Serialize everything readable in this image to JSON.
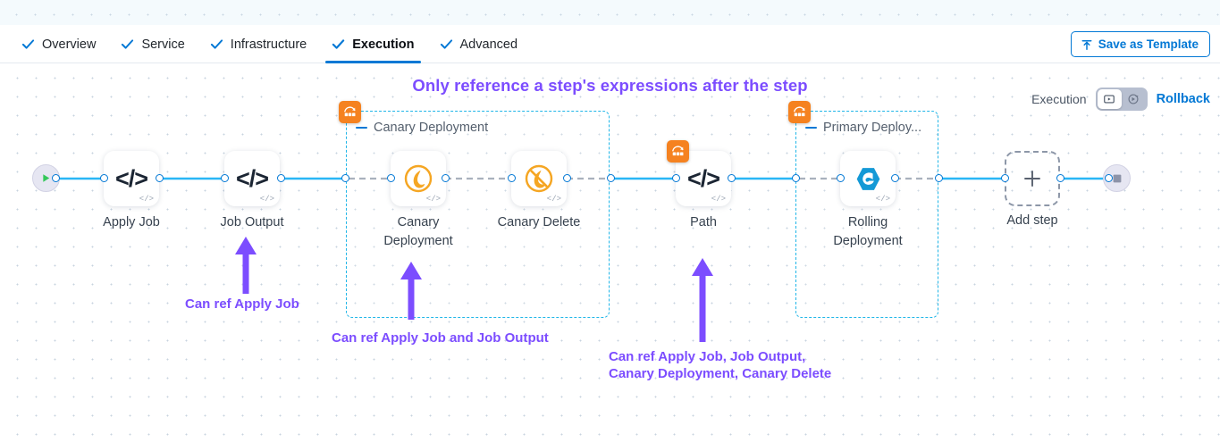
{
  "tabs": [
    {
      "label": "Overview",
      "icon": "check-icon",
      "active": false
    },
    {
      "label": "Service",
      "icon": "check-icon",
      "active": false
    },
    {
      "label": "Infrastructure",
      "icon": "check-icon",
      "active": false
    },
    {
      "label": "Execution",
      "icon": "check-icon",
      "active": true
    },
    {
      "label": "Advanced",
      "icon": "check-icon",
      "active": false
    }
  ],
  "toolbar": {
    "save_template_label": "Save as Template",
    "save_template_icon": "upload-icon"
  },
  "headline": "Only reference a step's expressions after the step",
  "mode_switch": {
    "execution_label": "Execution",
    "rollback_label": "Rollback",
    "execution_icon": "execution-icon",
    "rollback_icon": "rollback-icon",
    "selected": "Execution"
  },
  "graph": {
    "start_node": {
      "name": "start-node",
      "icon": "play-icon"
    },
    "end_node": {
      "name": "end-node",
      "icon": "stop-icon"
    },
    "add_step": {
      "label": "Add step",
      "icon": "plus-icon"
    },
    "steps": [
      {
        "id": "apply-job",
        "label": "Apply Job",
        "icon": "code-icon",
        "badge": null,
        "corner_icon": "code-badge"
      },
      {
        "id": "job-output",
        "label": "Job Output",
        "icon": "code-icon",
        "badge": null,
        "corner_icon": "code-badge"
      },
      {
        "id": "canary-deployment",
        "label": "Canary Deployment",
        "icon": "canary-icon",
        "badge": null,
        "corner_icon": "code-badge"
      },
      {
        "id": "canary-delete",
        "label": "Canary Delete",
        "icon": "canary-delete-icon",
        "badge": null,
        "corner_icon": "code-badge"
      },
      {
        "id": "path",
        "label": "Path",
        "icon": "code-icon",
        "badge": "rollout-icon",
        "corner_icon": "code-badge"
      },
      {
        "id": "rolling-deployment",
        "label": "Rolling Deployment",
        "icon": "rolling-icon",
        "badge": null,
        "corner_icon": "code-badge"
      }
    ],
    "groups": [
      {
        "id": "canary-deployment-group",
        "label": "Canary Deployment",
        "badge": "rollout-icon",
        "collapse_icon": "collapse-icon"
      },
      {
        "id": "primary-deployment-group",
        "label": "Primary Deploy...",
        "badge": "rollout-icon",
        "collapse_icon": "collapse-icon"
      }
    ]
  },
  "annotations": [
    {
      "id": "anno-apply-job",
      "text": "Can ref Apply Job"
    },
    {
      "id": "anno-job-output",
      "text": "Can ref Apply Job and Job Output"
    },
    {
      "id": "anno-path-1",
      "text": "Can ref Apply Job, Job Output,"
    },
    {
      "id": "anno-path-2",
      "text": "Canary Deployment, Canary Delete"
    }
  ],
  "colors": {
    "accent_blue": "#0278d5",
    "connector_blue": "#29b6f6",
    "annotation_purple": "#7c4dff",
    "badge_orange": "#f58220",
    "group_border": "#20b6e8"
  }
}
